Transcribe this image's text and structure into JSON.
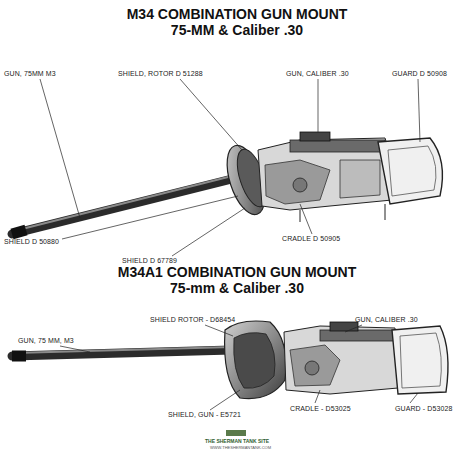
{
  "diagram": {
    "title": "M34 COMBINATION GUN MOUNT 75-MM & Caliber .30",
    "labels": [
      "GUN, 75MM M3",
      "SHIELD, ROTOR D 51288",
      "GUN, CALIBER .30",
      "GUARD D 50908",
      "SHIELD D 50880",
      "SHIELD D 67789",
      "CRADLE D 50905",
      "M34A1 COMBINATION GUN MOUNT 75-mm & Caliber .30",
      "SHIELD ROTOR - D68454",
      "GUN, CALIBER .30",
      "GUN, 75 MM, M3",
      "SHIELD, GUN - E5721",
      "CRADLE - D53025",
      "GUARD - D53028",
      "THE SHERMAN TANK SITE",
      "WWW.THESHERMANTANK.COM"
    ]
  }
}
